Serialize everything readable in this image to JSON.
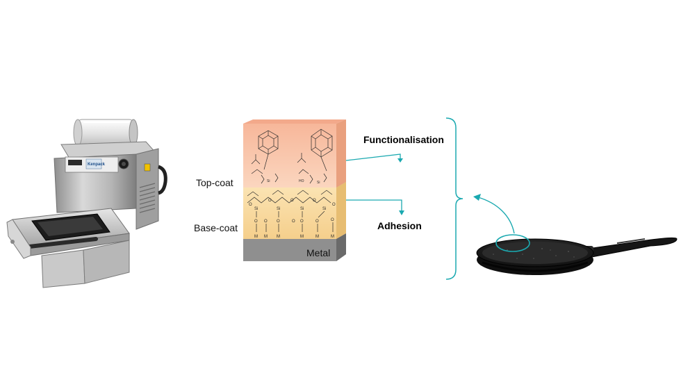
{
  "labels": {
    "topcoat": "Top-coat",
    "basecoat": "Base-coat",
    "metal": "Metal",
    "functionalisation": "Functionalisation",
    "adhesion": "Adhesion"
  },
  "machine_brand": "Kenpack",
  "colors": {
    "accent": "#1aa9b0",
    "topcoat": "#f6c7ad",
    "basecoat": "#f9dca4",
    "metal": "#8f8f8f"
  }
}
